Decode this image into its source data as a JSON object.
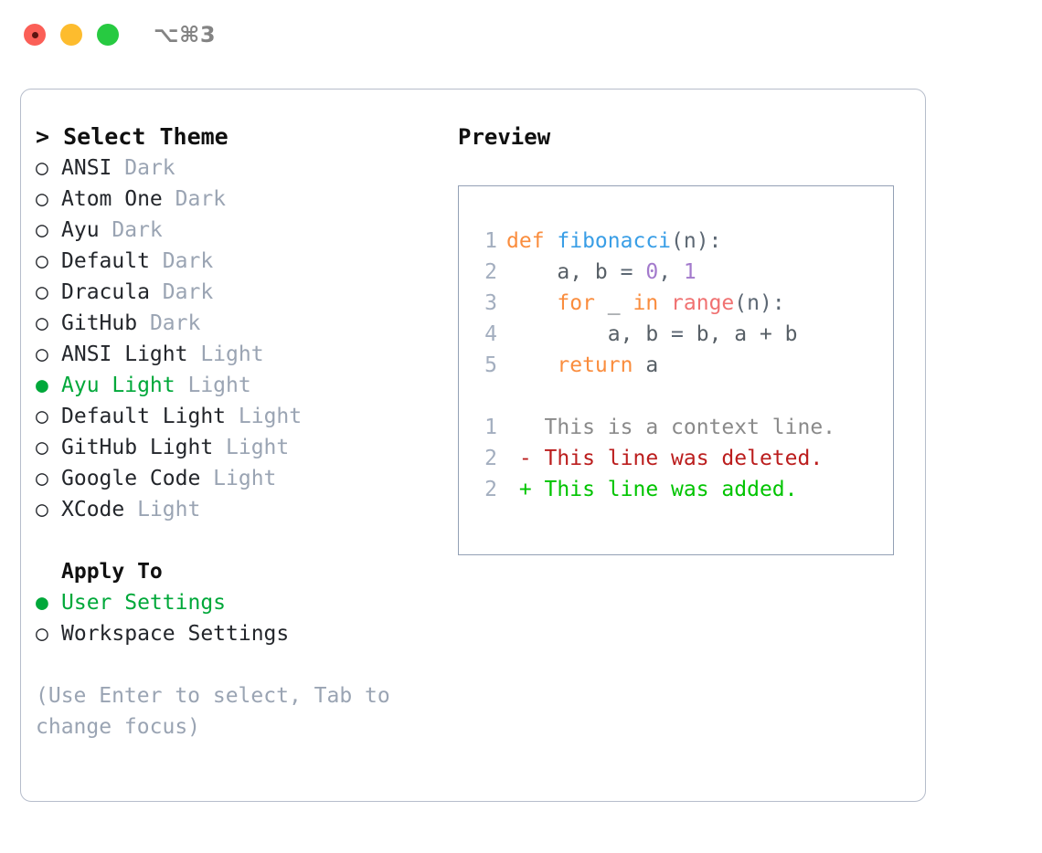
{
  "window": {
    "title": "⌥⌘3",
    "traffic_lights": [
      "close-red",
      "minimize-yellow",
      "maximize-green"
    ]
  },
  "theme_picker": {
    "header": "> Select Theme",
    "items": [
      {
        "marker": "○",
        "label": "ANSI",
        "kind": "Dark",
        "selected": false
      },
      {
        "marker": "○",
        "label": "Atom One",
        "kind": "Dark",
        "selected": false
      },
      {
        "marker": "○",
        "label": "Ayu",
        "kind": "Dark",
        "selected": false
      },
      {
        "marker": "○",
        "label": "Default",
        "kind": "Dark",
        "selected": false
      },
      {
        "marker": "○",
        "label": "Dracula",
        "kind": "Dark",
        "selected": false
      },
      {
        "marker": "○",
        "label": "GitHub",
        "kind": "Dark",
        "selected": false
      },
      {
        "marker": "○",
        "label": "ANSI Light",
        "kind": "Light",
        "selected": false
      },
      {
        "marker": "●",
        "label": "Ayu Light",
        "kind": "Light",
        "selected": true
      },
      {
        "marker": "○",
        "label": "Default Light",
        "kind": "Light",
        "selected": false
      },
      {
        "marker": "○",
        "label": "GitHub Light",
        "kind": "Light",
        "selected": false
      },
      {
        "marker": "○",
        "label": "Google Code",
        "kind": "Light",
        "selected": false
      },
      {
        "marker": "○",
        "label": "XCode",
        "kind": "Light",
        "selected": false
      }
    ]
  },
  "apply_to": {
    "header": "Apply To",
    "items": [
      {
        "marker": "●",
        "label": "User Settings",
        "selected": true
      },
      {
        "marker": "○",
        "label": "Workspace Settings",
        "selected": false
      }
    ]
  },
  "hint": "(Use Enter to select, Tab to\nchange focus)",
  "preview": {
    "title": "Preview",
    "code_lines": [
      {
        "number": "1",
        "tokens": [
          {
            "text": "def ",
            "type": "kw"
          },
          {
            "text": "fibonacci",
            "type": "fn"
          },
          {
            "text": "(n):",
            "type": "punc"
          }
        ]
      },
      {
        "number": "2",
        "tokens": [
          {
            "text": "    a, b ",
            "type": "var"
          },
          {
            "text": "= ",
            "type": "punc"
          },
          {
            "text": "0",
            "type": "num"
          },
          {
            "text": ", ",
            "type": "punc"
          },
          {
            "text": "1",
            "type": "num"
          }
        ]
      },
      {
        "number": "3",
        "tokens": [
          {
            "text": "    for ",
            "type": "kw"
          },
          {
            "text": "_ ",
            "type": "var"
          },
          {
            "text": "in ",
            "type": "kw"
          },
          {
            "text": "range",
            "type": "bi"
          },
          {
            "text": "(n):",
            "type": "punc"
          }
        ]
      },
      {
        "number": "4",
        "tokens": [
          {
            "text": "        a, b ",
            "type": "var"
          },
          {
            "text": "= ",
            "type": "punc"
          },
          {
            "text": "b, a + b",
            "type": "var"
          }
        ]
      },
      {
        "number": "5",
        "tokens": [
          {
            "text": "    return ",
            "type": "kw"
          },
          {
            "text": "a",
            "type": "var"
          }
        ]
      }
    ],
    "diff_lines": [
      {
        "number": "1",
        "marker": " ",
        "text": "This is a context line.",
        "type": "ctx"
      },
      {
        "number": "2",
        "marker": "-",
        "text": "This line was deleted.",
        "type": "del"
      },
      {
        "number": "2",
        "marker": "+",
        "text": "This line was added.",
        "type": "add"
      }
    ]
  },
  "colors": {
    "accent_green": "#00a83a",
    "muted": "#9aa4b3",
    "panel_border": "#b6bdcb",
    "preview_border": "#93a0b5",
    "keyword": "#fa8d3e",
    "function": "#399ee6",
    "number": "#a37acc",
    "builtin": "#f07171",
    "diff_add": "#00c400",
    "diff_del": "#bb1d1d"
  }
}
